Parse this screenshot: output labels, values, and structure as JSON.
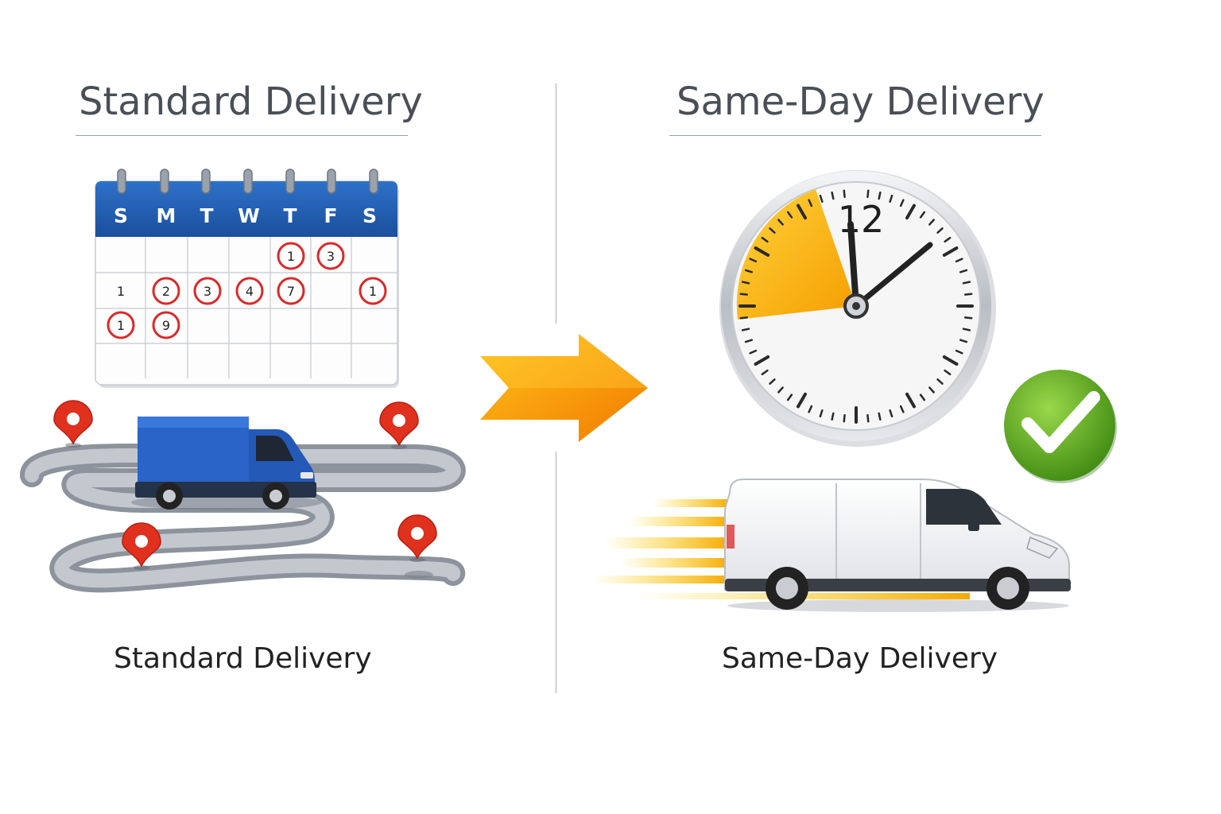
{
  "left_panel": {
    "title": "Standard Delivery",
    "caption": "Standard Delivery",
    "calendar": {
      "weekdays": [
        "S",
        "M",
        "T",
        "W",
        "T",
        "F",
        "S"
      ],
      "weeks": [
        [
          {
            "text": "",
            "circled": false
          },
          {
            "text": "",
            "circled": false
          },
          {
            "text": "",
            "circled": false
          },
          {
            "text": "",
            "circled": false
          },
          {
            "text": "1",
            "circled": true
          },
          {
            "text": "3",
            "circled": true
          },
          {
            "text": "",
            "circled": false
          }
        ],
        [
          {
            "text": "1",
            "circled": false
          },
          {
            "text": "2",
            "circled": true
          },
          {
            "text": "3",
            "circled": true
          },
          {
            "text": "4",
            "circled": true
          },
          {
            "text": "7",
            "circled": true
          },
          {
            "text": "",
            "circled": false
          },
          {
            "text": "1",
            "circled": true
          }
        ],
        [
          {
            "text": "1",
            "circled": true
          },
          {
            "text": "9",
            "circled": true
          },
          {
            "text": "",
            "circled": false
          },
          {
            "text": "",
            "circled": false
          },
          {
            "text": "",
            "circled": false
          },
          {
            "text": "",
            "circled": false
          },
          {
            "text": "",
            "circled": false
          }
        ],
        [
          {
            "text": "",
            "circled": false
          },
          {
            "text": "",
            "circled": false
          },
          {
            "text": "",
            "circled": false
          },
          {
            "text": "",
            "circled": false
          },
          {
            "text": "",
            "circled": false
          },
          {
            "text": "",
            "circled": false
          },
          {
            "text": "",
            "circled": false
          }
        ]
      ]
    },
    "icons": [
      "calendar-icon",
      "map-pin-icon",
      "delivery-truck-icon",
      "route-road-icon"
    ]
  },
  "right_panel": {
    "title": "Same-Day Delivery",
    "caption": "Same-Day Delivery",
    "clock": {
      "numeral": "12",
      "hands_time": "12:07"
    },
    "icons": [
      "clock-icon",
      "checkmark-icon",
      "delivery-van-icon"
    ]
  },
  "transition": {
    "icon": "arrow-right-icon"
  },
  "colors": {
    "calendar_header": "#1f5cb0",
    "circle_mark": "#d92a2a",
    "truck_blue": "#2a64c8",
    "pin_red": "#e0301e",
    "arrow_orange": "#f79a10",
    "clock_elapsed": "#f7b500",
    "check_green": "#5aa61c",
    "road_gray": "#9aa0aa",
    "title_text": "#4a4f57",
    "caption_text": "#222222"
  }
}
